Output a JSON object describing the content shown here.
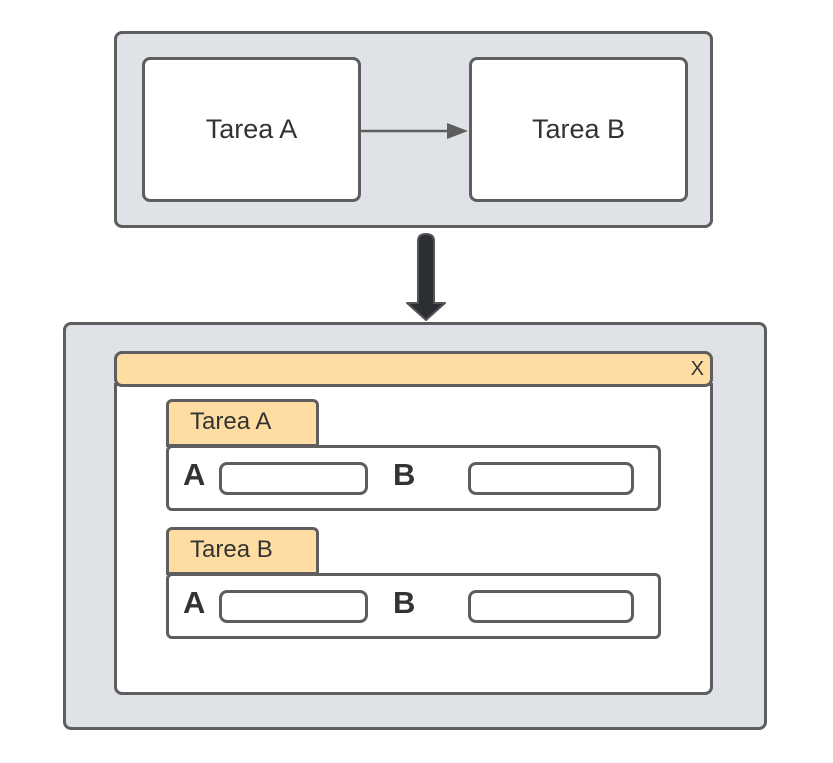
{
  "workflow": {
    "task_a_label": "Tarea A",
    "task_b_label": "Tarea B"
  },
  "window": {
    "close_label": "X"
  },
  "sections": [
    {
      "tab_label": "Tarea A",
      "field_a_label": "A",
      "field_a_value": "",
      "field_b_label": "B",
      "field_b_value": ""
    },
    {
      "tab_label": "Tarea B",
      "field_a_label": "A",
      "field_a_value": "",
      "field_b_label": "B",
      "field_b_value": ""
    }
  ],
  "colors": {
    "panel_bg": "#dfe2e6",
    "border": "#5e5e5e",
    "tab_bg": "#ffdca1",
    "text": "#333333",
    "transform_arrow": "#2b2f33"
  }
}
